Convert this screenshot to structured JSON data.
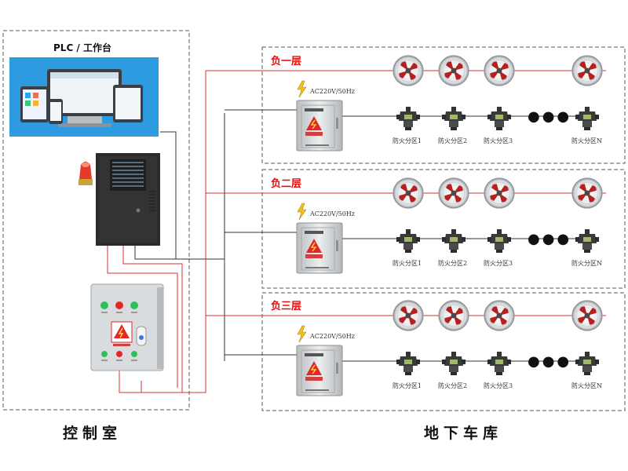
{
  "titles": {
    "control_room": "控制室",
    "garage": "地下车库"
  },
  "plc_label": "PLC / 工作台",
  "power_label": "AC220V/50Hz",
  "zone_prefix": "防火分区",
  "zones": [
    "1",
    "2",
    "3",
    "N"
  ],
  "floors": [
    {
      "name": "负一层"
    },
    {
      "name": "负二层"
    },
    {
      "name": "负三层"
    }
  ],
  "ellipsis": "●●●",
  "colors": {
    "floor_text": "#e01010",
    "signal_wire": "#d93030",
    "bus_wire": "#333333",
    "cabinet": "#cfd2d4",
    "controller": "#2b2b2b"
  }
}
